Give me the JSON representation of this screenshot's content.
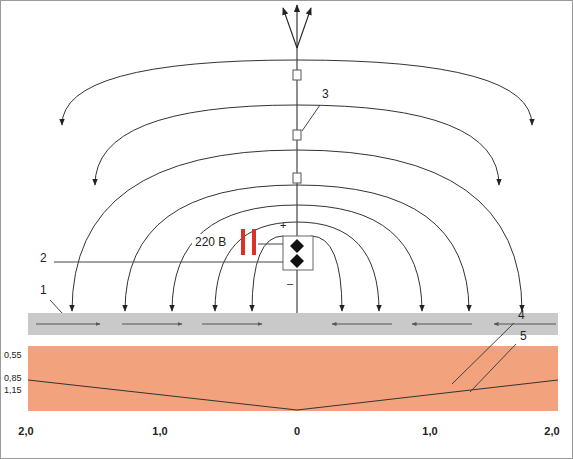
{
  "diagram": {
    "labels": [
      "3",
      "220 В",
      "2",
      "1",
      "4",
      "5",
      "+",
      "–",
      "0,55",
      "0,85",
      "1,15",
      "2,0",
      "1,0",
      "0",
      "1,0",
      "2,0"
    ]
  }
}
